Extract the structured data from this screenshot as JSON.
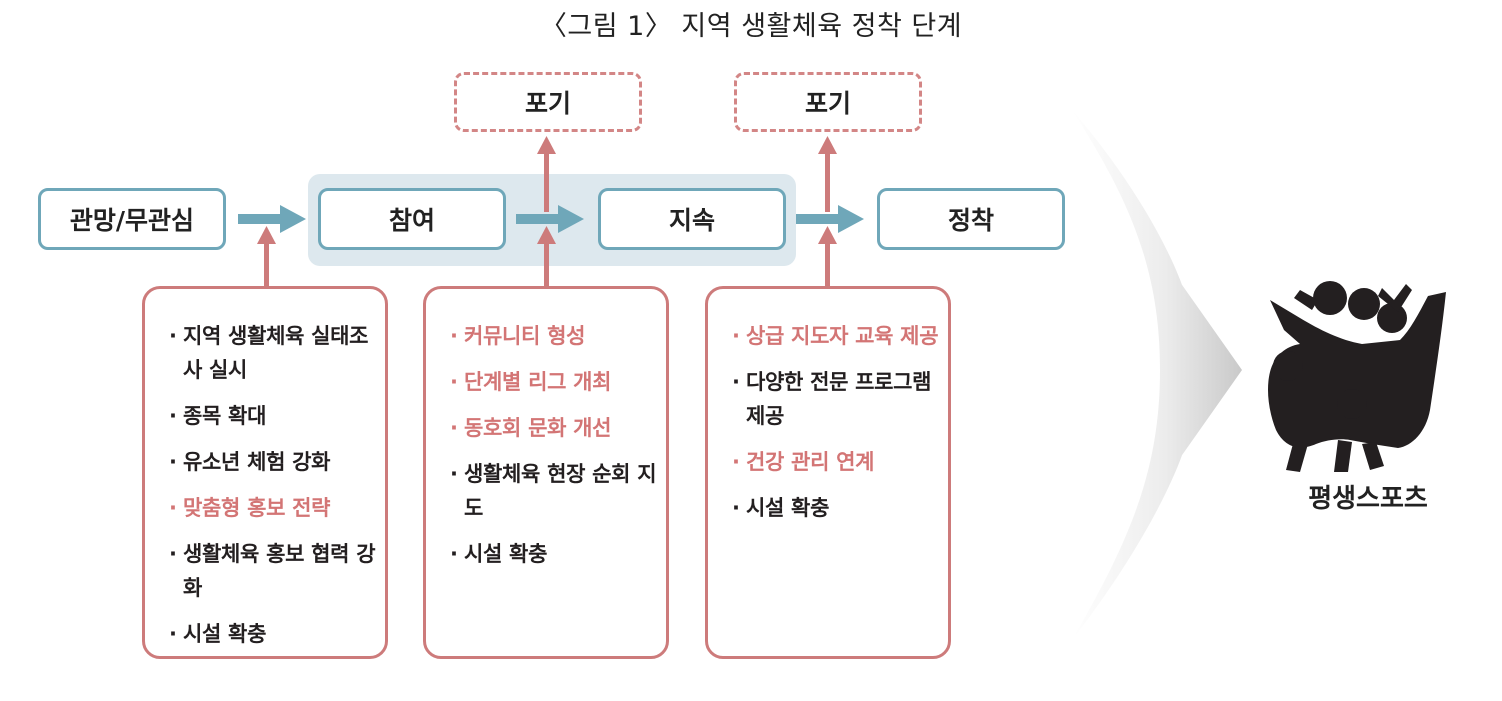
{
  "title": "〈그림 1〉 지역 생활체육 정착 단계",
  "stages": [
    {
      "label": "관망/무관심"
    },
    {
      "label": "참여"
    },
    {
      "label": "지속"
    },
    {
      "label": "정착"
    }
  ],
  "giveup": [
    {
      "label": "포기"
    },
    {
      "label": "포기"
    }
  ],
  "panels": [
    {
      "items": [
        {
          "text": "지역 생활체육 실태조사 실시",
          "highlight": false
        },
        {
          "text": "종목 확대",
          "highlight": false
        },
        {
          "text": "유소년 체험 강화",
          "highlight": false
        },
        {
          "text": "맞춤형 홍보 전략",
          "highlight": true
        },
        {
          "text": "생활체육 홍보 협력 강화",
          "highlight": false
        },
        {
          "text": "시설 확충",
          "highlight": false
        }
      ]
    },
    {
      "items": [
        {
          "text": "커뮤니티 형성",
          "highlight": true
        },
        {
          "text": "단계별 리그 개최",
          "highlight": true
        },
        {
          "text": "동호회 문화 개선",
          "highlight": true
        },
        {
          "text": "생활체육 현장 순회 지도",
          "highlight": false
        },
        {
          "text": "시설 확충",
          "highlight": false
        }
      ]
    },
    {
      "items": [
        {
          "text": "상급 지도자 교육 제공",
          "highlight": true
        },
        {
          "text": "다양한 전문 프로그램 제공",
          "highlight": false
        },
        {
          "text": "건강 관리 연계",
          "highlight": true
        },
        {
          "text": "시설 확충",
          "highlight": false
        }
      ]
    }
  ],
  "result": {
    "label": "평생스포츠",
    "icon": "family-people-icon"
  },
  "colors": {
    "stage_border": "#6fa7b9",
    "flow_arrow": "#6fa7b9",
    "support_arrow": "#cd7b7b",
    "highlight_text": "#d37575",
    "zone_bg": "#dde8ee"
  }
}
